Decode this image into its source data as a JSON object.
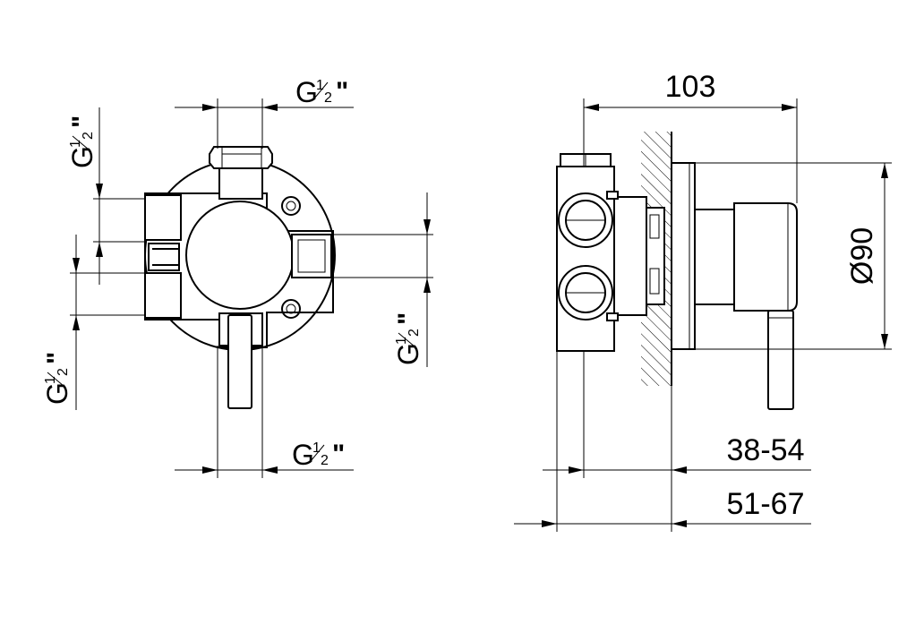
{
  "dimensions": {
    "overall_depth": "103",
    "diameter": "Ø90",
    "wall_range_1": "38-54",
    "wall_range_2": "51-67"
  },
  "thread": {
    "letter": "G",
    "fraction_num": "1",
    "fraction_den": "2",
    "inch_mark": "\""
  }
}
